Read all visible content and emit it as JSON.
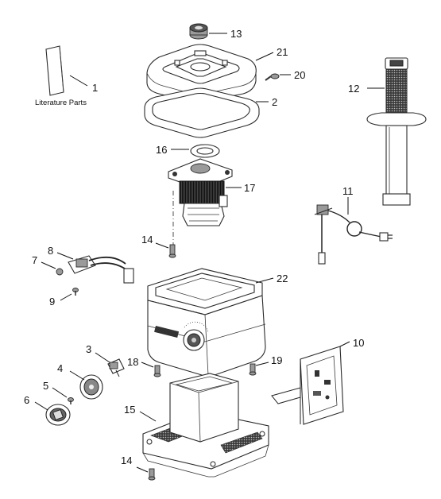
{
  "diagram": {
    "literature_caption": "Literature Parts",
    "callouts": {
      "c1": "1",
      "c2": "2",
      "c3": "3",
      "c4": "4",
      "c5": "5",
      "c6": "6",
      "c7": "7",
      "c8": "8",
      "c9": "9",
      "c10": "10",
      "c11": "11",
      "c12": "12",
      "c13": "13",
      "c14_top": "14",
      "c14_bottom": "14",
      "c15": "15",
      "c16": "16",
      "c17": "17",
      "c18": "18",
      "c19": "19",
      "c20": "20",
      "c21": "21",
      "c22": "22"
    }
  }
}
